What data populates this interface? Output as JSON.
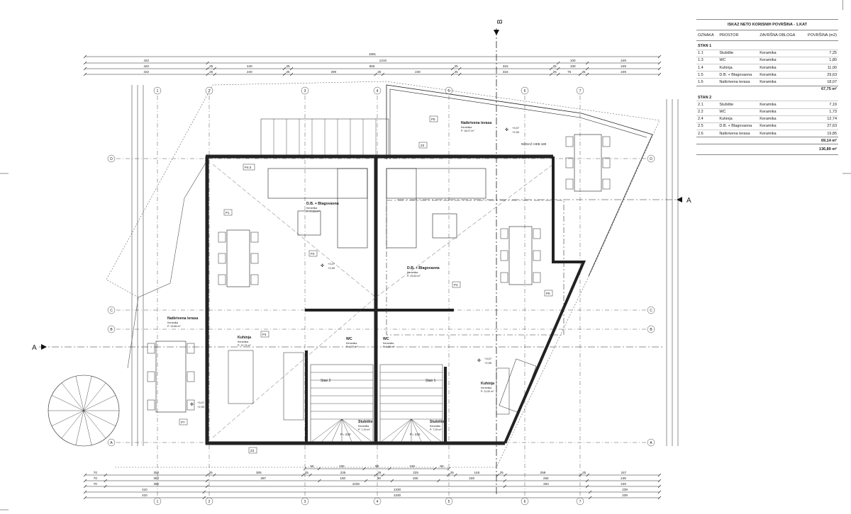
{
  "table": {
    "title": "ISKAZ NETO KORISNIH POVRŠINA - 1.KAT",
    "headers": [
      "OZNAKA",
      "PROSTOR",
      "ZAVRŠNA OBLOGA",
      "POVRŠINA (m2)"
    ],
    "sections": [
      {
        "name": "STAN 1",
        "rows": [
          [
            "1.1",
            "Stubište",
            "Keramika",
            "7,25"
          ],
          [
            "1.3",
            "WC",
            "Keramika",
            "1,80"
          ],
          [
            "1.4",
            "Kuhinja",
            "Keramika",
            "11,00"
          ],
          [
            "1.5",
            "D.B. + Blagovaona",
            "Keramika",
            "29,63"
          ],
          [
            "1.6",
            "Natkrivena terasa",
            "Keramika",
            "18,07"
          ]
        ],
        "subtotal": "67,75 m²"
      },
      {
        "name": "STAN 2",
        "rows": [
          [
            "2.1",
            "Stubište",
            "Keramika",
            "7,19"
          ],
          [
            "2.2",
            "WC",
            "Keramika",
            "1,73"
          ],
          [
            "2.4",
            "Kuhinja",
            "Keramika",
            "12,74"
          ],
          [
            "2.5",
            "D.B. + Blagovaona",
            "Keramika",
            "27,63"
          ],
          [
            "2.6",
            "Natkrivena terasa",
            "Keramika",
            "19,85"
          ]
        ],
        "subtotal": "69,14 m²"
      }
    ],
    "total": "136,89 m²"
  },
  "grid_axes": {
    "vertical": [
      "1",
      "2",
      "3",
      "4",
      "5",
      "6",
      "7"
    ],
    "horizontal": [
      "D",
      "C",
      "B",
      "A"
    ]
  },
  "section_markers": {
    "a": "A",
    "b": "B"
  },
  "dims_top": [
    [
      "1981"
    ],
    [
      "422",
      "1210",
      "100",
      "249"
    ],
    [
      "422",
      "25",
      "240",
      "25",
      "555",
      "25",
      "315",
      "25",
      "100",
      "249"
    ],
    [
      "422",
      "25",
      "240",
      "25",
      "290",
      "25",
      "240",
      "25",
      "315",
      "25",
      "75",
      "25",
      "249"
    ]
  ],
  "dims_bottom": [
    [
      "50",
      "160",
      "90",
      "160",
      "50"
    ],
    [
      "70",
      "350",
      "25",
      "305",
      "25",
      "225",
      "25",
      "225",
      "25",
      "146",
      "25",
      "259",
      "25",
      "247"
    ],
    [
      "70",
      "350",
      "387",
      "160",
      "90",
      "160",
      "228",
      "284",
      "249"
    ],
    [
      "70",
      "350",
      "1026",
      "284",
      "249"
    ],
    [
      "410",
      "1330",
      "239"
    ],
    [
      "410",
      "1330",
      "239"
    ]
  ],
  "rooms": [
    {
      "name": "Natkrivena terasa",
      "finish": "Keramika",
      "area": "P: 18,07 m²"
    },
    {
      "name": "D.B. + Blagovaona",
      "finish": "Keramika",
      "area": "P: 27,63 m²"
    },
    {
      "name": "D.B. + Blagovaona",
      "finish": "Keramika",
      "area": "P: 29,63 m²"
    },
    {
      "name": "Natkrivena terasa",
      "finish": "Keramika",
      "area": "P: 19,85 m²"
    },
    {
      "name": "Kuhinja",
      "finish": "Keramika",
      "area": "P: 12,74 m²"
    },
    {
      "name": "WC",
      "finish": "Keramika",
      "area": "P: 1,73 m²"
    },
    {
      "name": "WC",
      "finish": "Keramika",
      "area": "P: 1,80 m²"
    },
    {
      "name": "Kuhinja",
      "finish": "Keramika",
      "area": "P: 11,00 m²"
    },
    {
      "name": "Stubište",
      "finish": "Keramika",
      "area": "P: 7,19 m²"
    },
    {
      "name": "Stubište",
      "finish": "Keramika",
      "area": "P: 7,25 m²"
    }
  ],
  "labels": {
    "stan2": "Stan 2",
    "stan1": "Stan 1",
    "beam": "NOSAČ HEB 180",
    "level_top": "+3,07",
    "level_bot": "+2,90",
    "level_bot2": "+2,55",
    "stair_p1": "P= 220",
    "stair_p2": "P= 220",
    "tags": [
      "P1",
      "P2",
      "P3",
      "P4",
      "P5",
      "P6",
      "P7",
      "Z3",
      "Z3",
      "P4.0"
    ]
  }
}
